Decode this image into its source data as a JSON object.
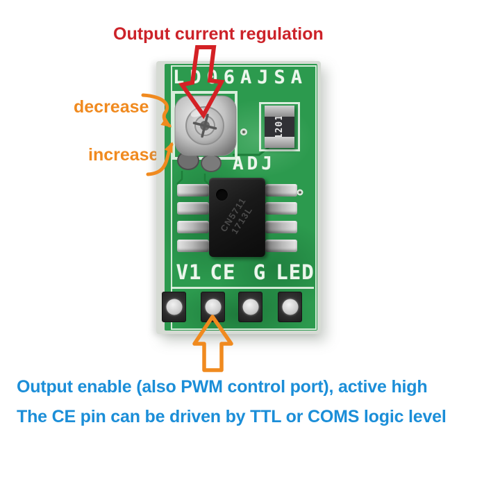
{
  "annotations": {
    "top_label": "Output current regulation",
    "decrease_label": "decrease",
    "increase_label": "increase",
    "bottom_line1": "Output enable (also PWM control port), active high",
    "bottom_line2": "The CE pin can be driven by TTL or COMS logic level"
  },
  "board": {
    "model": "LD06AJSA",
    "adj_label": "ADJ",
    "resistor_marking": "1201",
    "ic_marking": {
      "line1": "CN5711",
      "line2": "1713L"
    },
    "pin_labels": [
      "V1",
      "CE",
      "G",
      "LED"
    ]
  },
  "colors": {
    "annotation_red": "#cc2229",
    "annotation_orange": "#f08a1f",
    "annotation_blue": "#1b8ed8",
    "pcb_green": "#2c9a4e",
    "silkscreen_white": "#ecf6ec"
  }
}
